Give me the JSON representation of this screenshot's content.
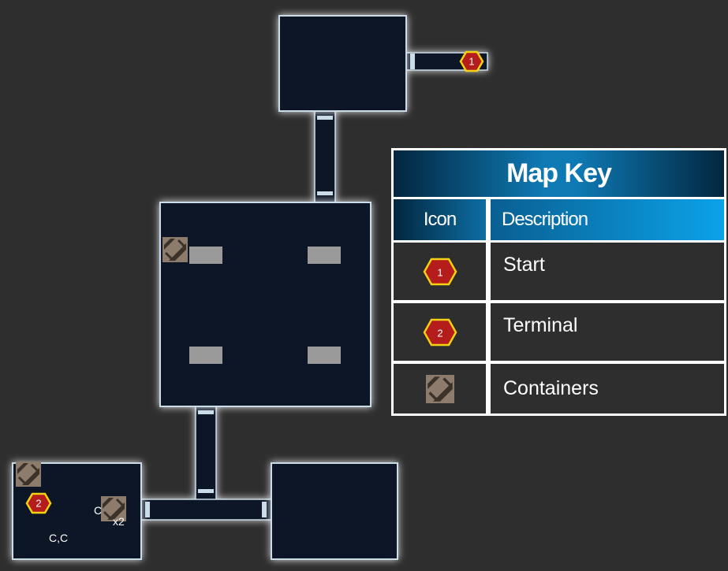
{
  "map": {
    "markers": {
      "start_number": "1",
      "terminal_number": "2"
    },
    "labels": {
      "container_count": "x2",
      "container_letter": "C",
      "bottom_left_label": "C,C"
    }
  },
  "key": {
    "title": "Map Key",
    "header_icon": "Icon",
    "header_description": "Description",
    "rows": [
      {
        "icon": "hexagon-red-icon",
        "number": "1",
        "description": "Start"
      },
      {
        "icon": "hexagon-red-icon",
        "number": "2",
        "description": "Terminal"
      },
      {
        "icon": "container-crate-icon",
        "description": "Containers"
      }
    ]
  },
  "colors": {
    "background": "#2e2e2e",
    "room_fill": "#0c1626",
    "room_outline": "#c9dce8",
    "marker_fill": "#b51c1c",
    "marker_border": "#f4d20f",
    "container": "#8d7b6c",
    "key_header_blue": "#0ba2e8"
  }
}
